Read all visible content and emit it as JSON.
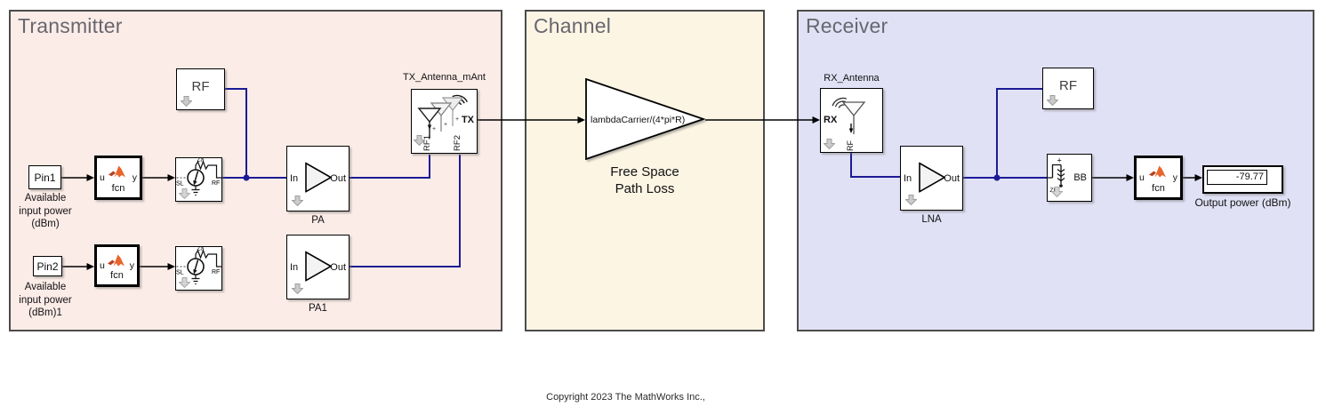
{
  "footer": {
    "copyright": "Copyright 2023 The MathWorks Inc.,"
  },
  "colors": {
    "transmitter_bg": "#fcece7",
    "channel_bg": "#fcf5e4",
    "receiver_bg": "#e1e1f6",
    "area_border": "#4c4c4c",
    "area_title": "#67676f",
    "rf_wire_blue": "#1b1b96",
    "signal_wire_black": "#000000",
    "matlab_orange": "#e8652c",
    "badge_gray": "#cbcbcb"
  },
  "transmitter": {
    "title": "Transmitter",
    "rf": {
      "label": "RF"
    },
    "pin1": {
      "label": "Pin1",
      "caption": [
        "Available",
        "input power",
        "(dBm)"
      ]
    },
    "fcn1": {
      "u": "u",
      "y": "y",
      "label": "fcn"
    },
    "inport1": {
      "sl": "SL",
      "rf": "RF",
      "z": "Za"
    },
    "pa": {
      "in": "In",
      "out": "Out",
      "label": "PA"
    },
    "antenna": {
      "title": "TX_Antenna_mAnt",
      "tx": "TX",
      "rf1": "RF1",
      "rf2": "RF2",
      "plus": "+"
    },
    "pin2": {
      "label": "Pin2",
      "caption": [
        "Available",
        "input power",
        "(dBm)1"
      ]
    },
    "fcn2": {
      "u": "u",
      "y": "y",
      "label": "fcn"
    },
    "inport2": {
      "sl": "SL",
      "rf": "RF",
      "z": "Za"
    },
    "pa1": {
      "in": "In",
      "out": "Out",
      "label": "PA1"
    }
  },
  "channel": {
    "title": "Channel",
    "gain": {
      "expression": "lambdaCarrier/(4*pi*R)",
      "caption": [
        "Free Space",
        "Path Loss"
      ]
    }
  },
  "receiver": {
    "title": "Receiver",
    "antenna": {
      "title": "RX_Antenna",
      "rx": "RX",
      "rf": "RF"
    },
    "lna": {
      "in": "In",
      "out": "Out",
      "label": "LNA"
    },
    "rf": {
      "label": "RF"
    },
    "bb": {
      "label": "BB",
      "z": "ZL",
      "plus": "+"
    },
    "fcn3": {
      "u": "u",
      "y": "y",
      "label": "fcn"
    },
    "display": {
      "value": "-79.77",
      "caption": "Output power (dBm)"
    }
  }
}
